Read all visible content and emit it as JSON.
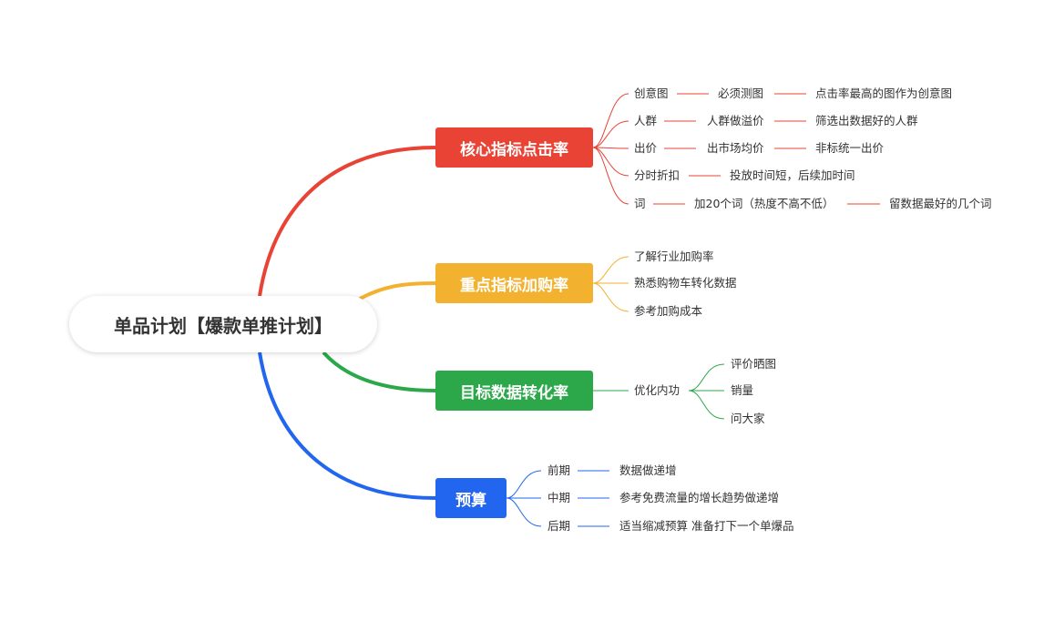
{
  "root": {
    "label": "单品计划【爆款单推计划】"
  },
  "colors": {
    "red": "#e84335",
    "yellow": "#f2b230",
    "green": "#2ca84a",
    "blue": "#2266f0"
  },
  "branches": [
    {
      "label": "核心指标点击率",
      "color": "red",
      "items": [
        {
          "a": "创意图",
          "b": "必须测图",
          "c": "点击率最高的图作为创意图"
        },
        {
          "a": "人群",
          "b": "人群做溢价",
          "c": "筛选出数据好的人群"
        },
        {
          "a": "出价",
          "b": "出市场均价",
          "c": "非标统一出价"
        },
        {
          "a": "分时折扣",
          "b": "投放时间短，后续加时间"
        },
        {
          "a": "词",
          "b": "加20个词（热度不高不低）",
          "c": "留数据最好的几个词"
        }
      ]
    },
    {
      "label": "重点指标加购率",
      "color": "yellow",
      "items": [
        {
          "a": "了解行业加购率"
        },
        {
          "a": "熟悉购物车转化数据"
        },
        {
          "a": "参考加购成本"
        }
      ]
    },
    {
      "label": "目标数据转化率",
      "color": "green",
      "mid": "优化内功",
      "items": [
        {
          "a": "评价晒图"
        },
        {
          "a": "销量"
        },
        {
          "a": "问大家"
        }
      ]
    },
    {
      "label": "预算",
      "color": "blue",
      "items": [
        {
          "a": "前期",
          "b": "数据做递增"
        },
        {
          "a": "中期",
          "b": "参考免费流量的增长趋势做递增"
        },
        {
          "a": "后期",
          "b": "适当缩减预算 准备打下一个单爆品"
        }
      ]
    }
  ]
}
